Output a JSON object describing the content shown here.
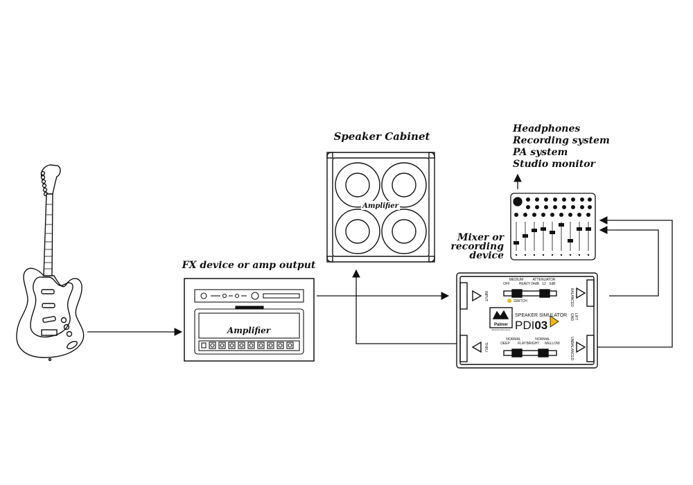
{
  "labels": {
    "fx": "FX device or amp output",
    "cabinet": "Speaker Cabinet",
    "mixer": [
      "Mixer or",
      "recording",
      "device"
    ],
    "outputs": [
      "Headphones",
      "Recording system",
      "PA system",
      "Studio monitor"
    ]
  },
  "amp_text": "Amplifier",
  "cabinet_text": "Amplifier",
  "pdi": {
    "input": "INPUT",
    "thru": "THRU",
    "balanced": "BALANCED",
    "unbalanced": "UNBALANCED",
    "gnd_lift": [
      "GND",
      "LIFT"
    ],
    "medium": "MEDIUM",
    "off": "OFF",
    "heavy": "HEAVY",
    "attenuator": "ATTENUATOR",
    "att_values": [
      "24dB",
      "12",
      "0dB"
    ],
    "switch": "SWITCH",
    "brand": "Palmer",
    "brand_sub": "Musical Instruments",
    "title": "SPEAKER SIMULATOR",
    "model_prefix": "PDI",
    "model_number": "03",
    "normal_left": "NORMAL",
    "deep": "DEEP",
    "flat": "FLAT",
    "bright": "BRIGHT",
    "normal_right": "NORMAL",
    "mellow": "MELLOW"
  },
  "colors": {
    "line": "#111111",
    "accent": "#f2b90c"
  }
}
